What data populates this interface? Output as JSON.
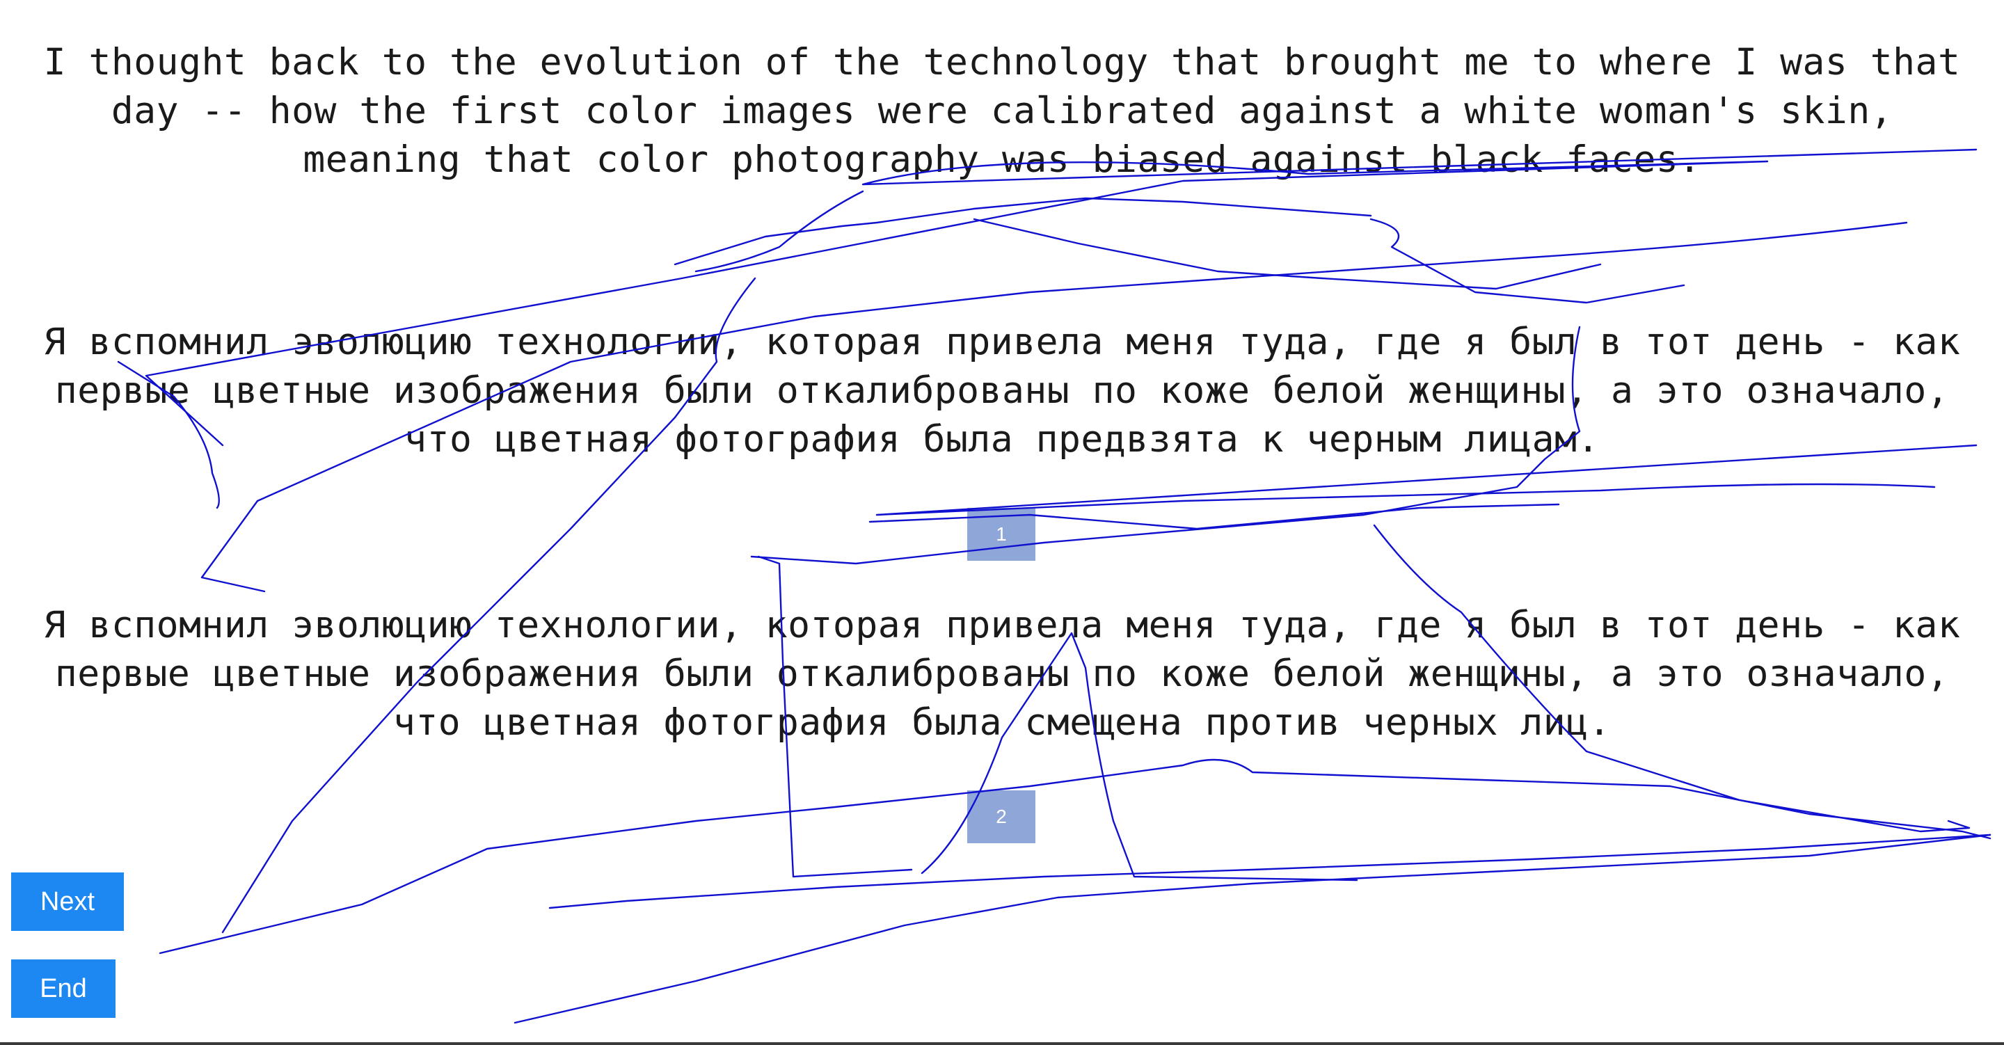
{
  "source": {
    "lines": [
      "I thought back to the evolution of the technology that brought me to where I was that",
      "day -- how the first color images were calibrated against a white woman's skin,",
      "meaning that color photography was biased against black faces."
    ]
  },
  "translations": [
    {
      "lines": [
        "Я вспомнил эволюцию технологии, которая привела меня туда, где я был в тот день - как",
        "первые цветные изображения были откалиброваны по коже белой женщины, а это означало,",
        "что цветная фотография была предвзята к черным лицам."
      ],
      "choice_label": "1"
    },
    {
      "lines": [
        "Я вспомнил эволюцию технологии, которая привела меня туда, где я был в тот день - как",
        "первые цветные изображения были откалиброваны по коже белой женщины, а это означало,",
        "что цветная фотография была смещена против черных лиц."
      ],
      "choice_label": "2"
    }
  ],
  "buttons": {
    "next_label": "Next",
    "end_label": "End"
  },
  "colors": {
    "button": "#1e88f2",
    "choice_box": "#8fa6d9",
    "scribble": "#1010d0"
  }
}
